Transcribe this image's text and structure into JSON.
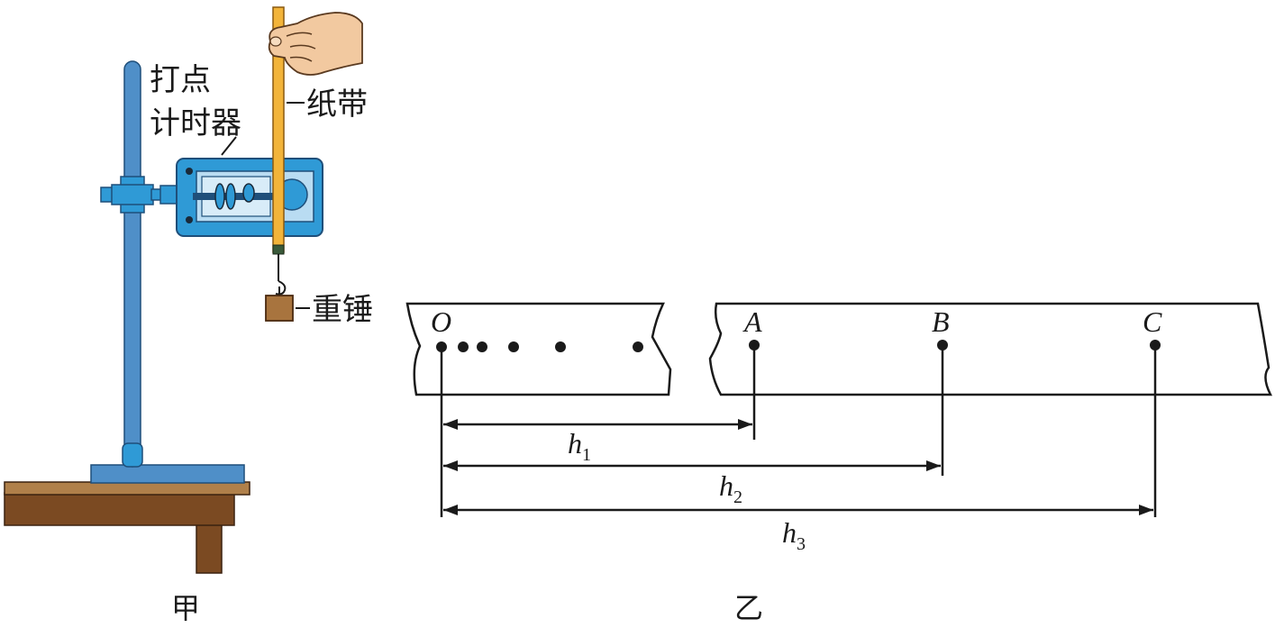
{
  "apparatus": {
    "timer_label_line1": "打点",
    "timer_label_line2": "计时器",
    "tape_label": "纸带",
    "weight_label": "重锤",
    "caption": "甲"
  },
  "tape_figure": {
    "caption": "乙",
    "points": [
      "O",
      "A",
      "B",
      "C"
    ],
    "distances": [
      {
        "symbol": "h",
        "subscript": "1"
      },
      {
        "symbol": "h",
        "subscript": "2"
      },
      {
        "symbol": "h",
        "subscript": "3"
      }
    ]
  },
  "colors": {
    "stand_blue": "#4f8fc8",
    "timer_blue": "#2f9ad6",
    "timer_inner": "#b9dcf2",
    "tape_yellow": "#f2b43a",
    "table_top": "#b0804a",
    "table_side": "#7b4a22",
    "weight_brown": "#a8743e",
    "hand_skin": "#f2c9a0"
  }
}
